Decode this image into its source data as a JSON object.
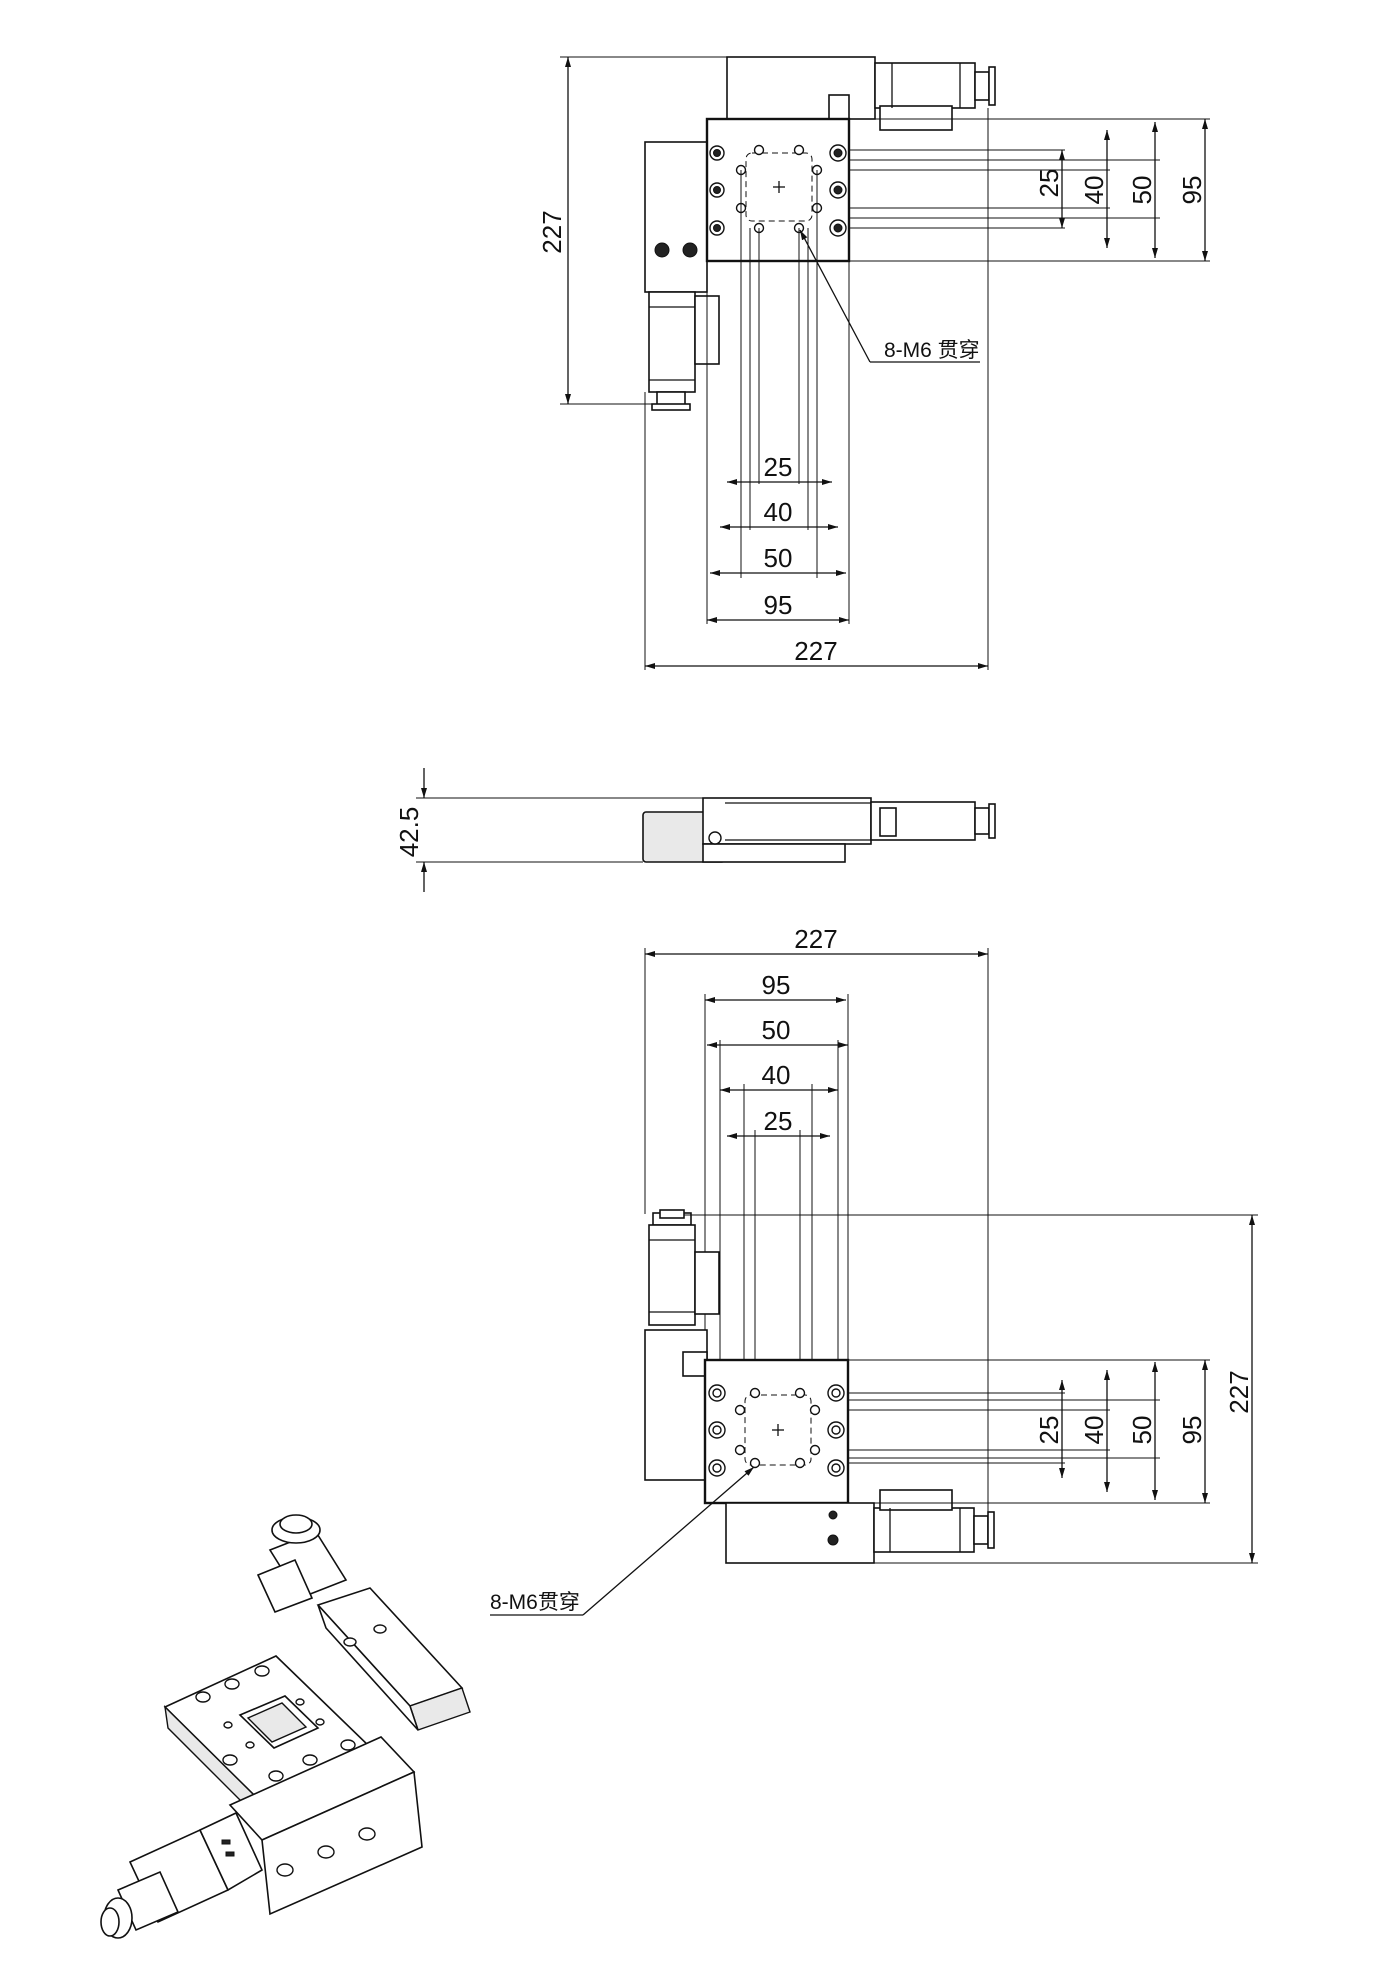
{
  "views": {
    "top": {
      "overall_height": "227",
      "overall_width": "227",
      "vertical_dims": [
        "25",
        "40",
        "50",
        "95"
      ],
      "horizontal_dims": [
        "25",
        "40",
        "50",
        "95"
      ],
      "hole_note": "8-M6 贯穿"
    },
    "side": {
      "height": "42.5"
    },
    "bottom": {
      "overall_width": "227",
      "overall_height": "227",
      "horizontal_dims": [
        "95",
        "50",
        "40",
        "25"
      ],
      "vertical_dims": [
        "25",
        "40",
        "50",
        "95"
      ],
      "hole_note": "8-M6贯穿"
    }
  },
  "colors": {
    "line": "#111111",
    "background": "#ffffff",
    "shade": "#e9e9e9"
  }
}
